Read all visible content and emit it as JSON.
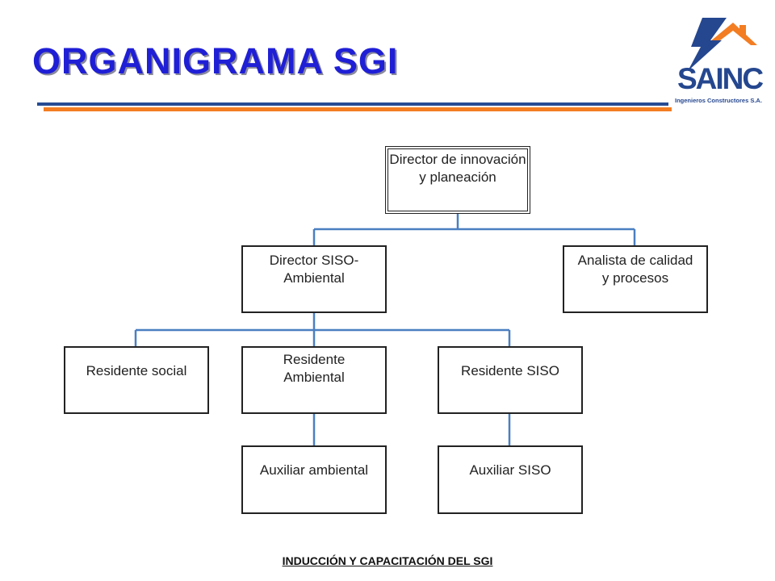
{
  "slide": {
    "title": "ORGANIGRAMA  SGI",
    "footer": "INDUCCIÓN Y CAPACITACIÓN DEL SGI"
  },
  "logo": {
    "word": "SAINC",
    "subtitle": "Ingenieros Constructores S.A.",
    "icon": "lightning-bolt-house-icon"
  },
  "colors": {
    "title": "#1f1fd6",
    "rule_blue": "#254b93",
    "rule_orange": "#f37d22",
    "connector": "#4a7fc1",
    "logo_blue": "#25478f",
    "logo_orange": "#f37d22"
  },
  "org": {
    "director_innovacion": "Director de innovación\ny planeación",
    "director_siso": "Director SISO-\nAmbiental",
    "analista": "Analista de calidad\ny procesos",
    "residente_social": "Residente social",
    "residente_ambiental": "Residente\nAmbiental",
    "residente_siso": "Residente SISO",
    "auxiliar_ambiental": "Auxiliar ambiental",
    "auxiliar_siso": "Auxiliar SISO"
  }
}
